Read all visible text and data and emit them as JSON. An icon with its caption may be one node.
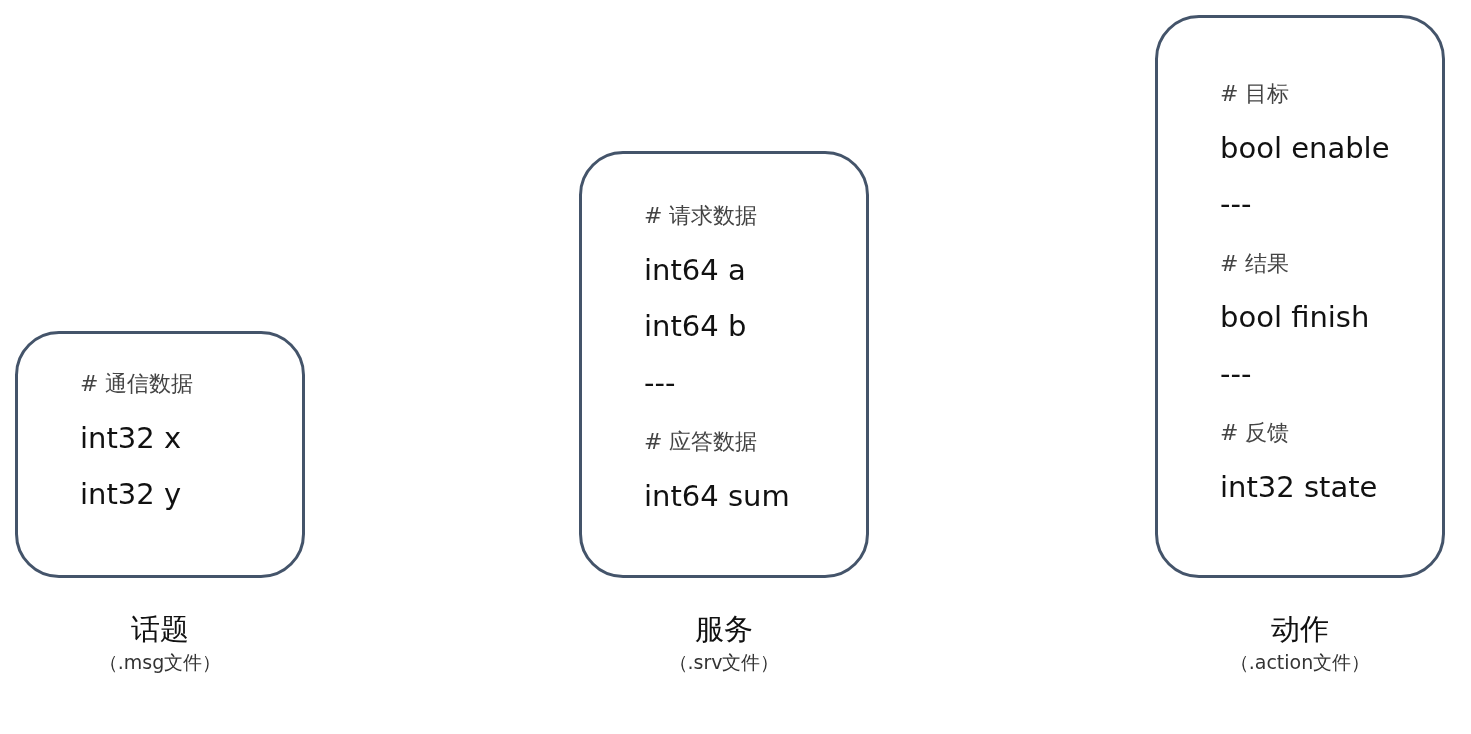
{
  "diagram": {
    "nodes": [
      {
        "text": [
          "# 通信数据",
          "int32 x",
          "int32 y"
        ],
        "beside": [
          "话题",
          "（.msg文件）"
        ]
      },
      {
        "text": [
          "# 请求数据",
          "int64 a",
          "int64 b",
          "---",
          "# 应答数据",
          "int64 sum"
        ],
        "beside": [
          "服务",
          "（.srv文件）"
        ]
      },
      {
        "text": [
          "# 目标",
          "bool enable",
          "---",
          "# 结果",
          "bool finish",
          "---",
          "# 反馈",
          "int32 state"
        ],
        "beside": [
          "动作",
          "（.action文件）"
        ]
      }
    ]
  }
}
